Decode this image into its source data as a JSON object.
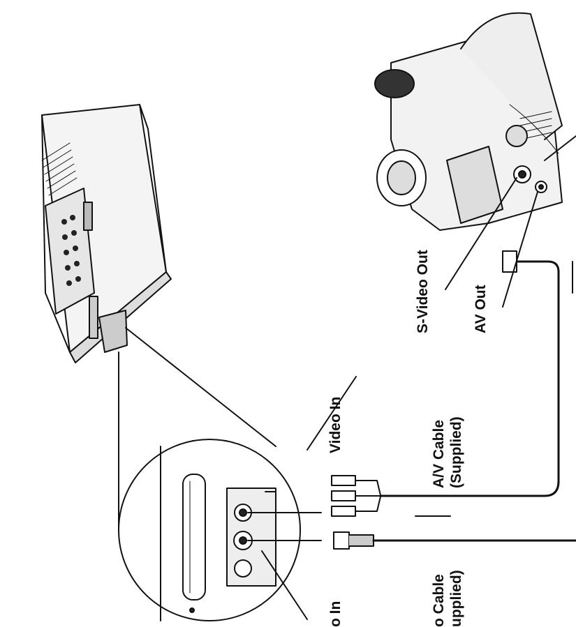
{
  "labels": {
    "video_in": "Video In",
    "av_cable_line1": "A/V Cable",
    "av_cable_line2": "(Supplied)",
    "s_video_out": "S-Video Out",
    "av_out": "AV Out",
    "s_video_in_partial": "o In",
    "s_cable_line1_partial": "o Cable",
    "s_cable_line2_partial": "upplied)"
  },
  "colors": {
    "ink": "#111111",
    "paper": "#ffffff"
  }
}
